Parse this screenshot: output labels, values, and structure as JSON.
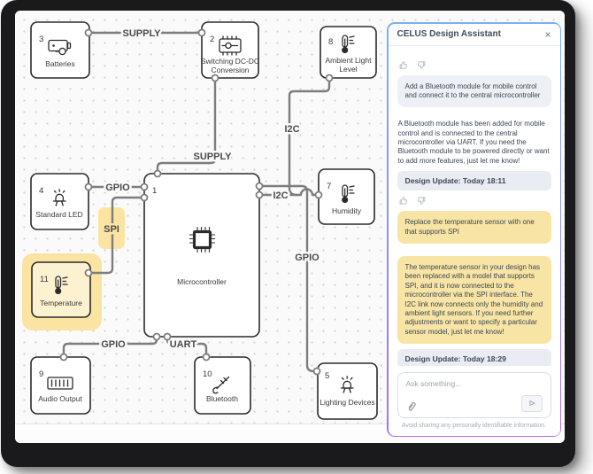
{
  "chat": {
    "title": "CELUS Design Assistant",
    "close_glyph": "×",
    "m1_user": "Add a Bluetooth module for mobile control and connect it to the central microcontroller",
    "m1_assistant": "A Bluetooth module has been added for mobile control and is connected to the central microcontroller via UART. If you need the Bluetooth module to be powered directly or want to add more features, just let me know!",
    "m1_update": "Design Update: Today 18:11",
    "m2_user": "Replace the temperature sensor with one that supports SPI",
    "m2_assistant": "The temperature sensor in your design has been replaced with a model that supports SPI, and it is now connected to the microcontroller via the SPI interface. The I2C link now connects only the humidity and ambient light sensors. If you need further adjustments or want to specify a particular sensor model, just let me know!",
    "m2_update": "Design Update: Today 18:29",
    "input_placeholder": "Ask something...",
    "footer": "Avoid sharing any personally identifiable information.",
    "colors": {
      "border_top": "#79b0f5",
      "border_bottom": "#a96ef2",
      "highlight_bubble": "#f8e4a4",
      "logo_blue": "#4f46e5"
    }
  },
  "diagram": {
    "colors": {
      "highlight": "#fbe3a2",
      "wire": "#7d7d7d",
      "canvas": "#fafafa"
    },
    "wire_labels": {
      "supply1": "SUPPLY",
      "supply2": "SUPPLY",
      "gpio_left": "GPIO",
      "gpio_right": "GPIO",
      "gpio_bottom": "GPIO",
      "i2c_top": "I2C",
      "i2c_mid": "I2C",
      "spi": "SPI",
      "uart": "UART"
    },
    "components": {
      "batteries": {
        "num": "3",
        "label": "Batteries"
      },
      "dcdc": {
        "num": "2",
        "label1": "Switching DC-DC",
        "label2": "Conversion"
      },
      "ambient": {
        "num": "8",
        "label1": "Ambient Light",
        "label2": "Level"
      },
      "led": {
        "num": "4",
        "label": "Standard LED"
      },
      "micro": {
        "num": "1",
        "label": "Microcontroller"
      },
      "humidity": {
        "num": "7",
        "label": "Humidity"
      },
      "temperature": {
        "num": "11",
        "label": "Temperature"
      },
      "audio": {
        "num": "9",
        "label": "Audio Output"
      },
      "bluetooth": {
        "num": "10",
        "label": "Bluetooth"
      },
      "lighting": {
        "num": "5",
        "label": "Lighting Devices"
      }
    }
  }
}
